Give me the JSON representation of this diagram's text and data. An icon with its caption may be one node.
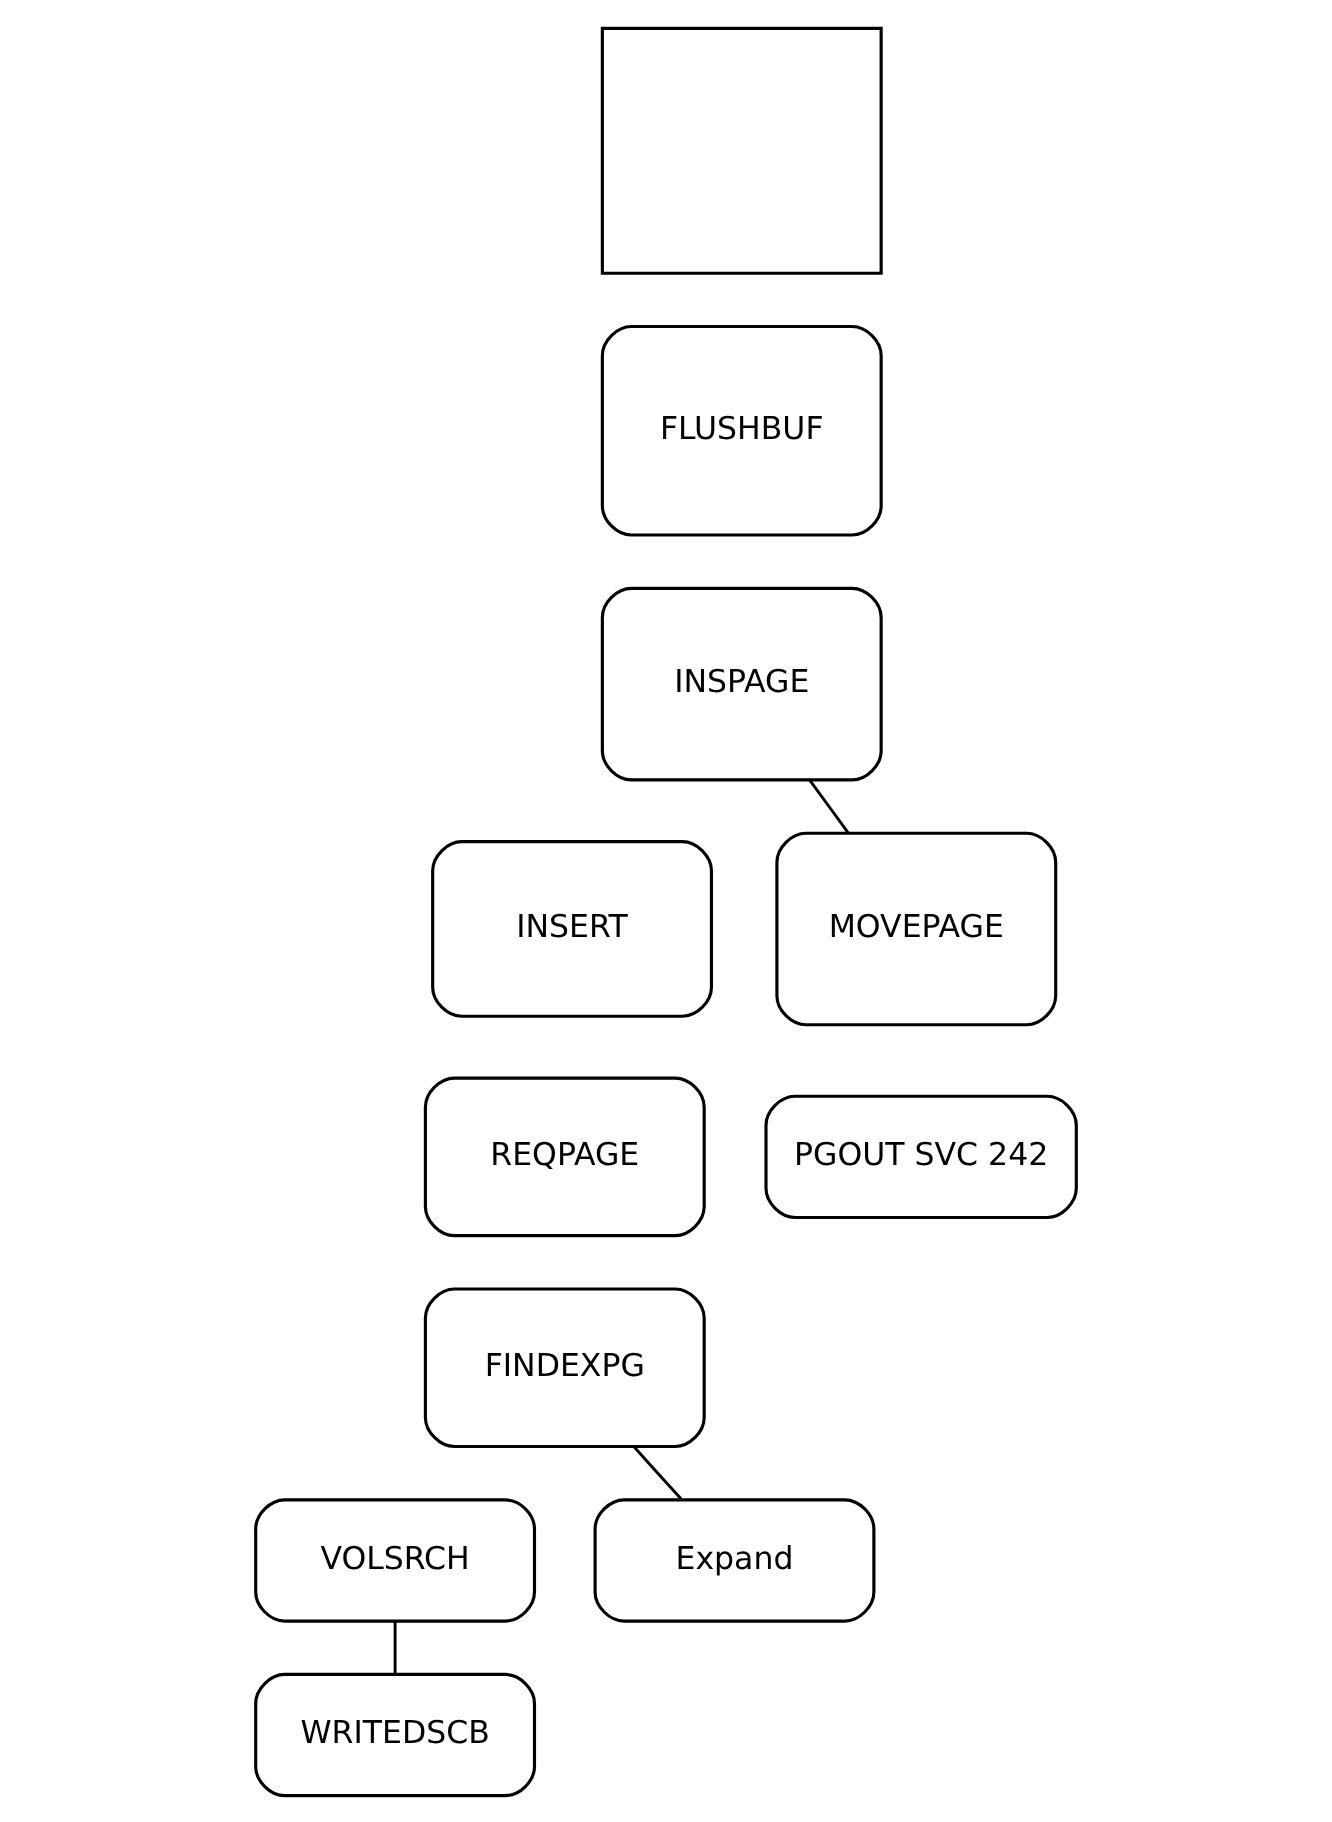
{
  "diagram": {
    "nodes": [
      {
        "text": [],
        "shape": "box"
      },
      {
        "text": [
          "FLUSHBUF"
        ]
      },
      {
        "text": [
          "INSPAGE"
        ]
      },
      {
        "text": [
          "INSERT"
        ]
      },
      {
        "text": [
          "REQPAGE"
        ]
      },
      {
        "text": [
          "FINDEXPG"
        ]
      },
      {
        "text": [
          "VOLSRCH"
        ]
      },
      {
        "text": [
          "WRITEDSCB"
        ]
      },
      {
        "text": [
          "Expand"
        ]
      },
      {
        "text": [
          "MOVEPAGE"
        ]
      },
      {
        "text": [
          "PGOUT SVC 242"
        ]
      }
    ],
    "edges": [
      {
        "from": 6,
        "to": 7,
        "arrow": "none"
      },
      {
        "from": 5,
        "to": 8,
        "arrow": "none"
      },
      {
        "from": 2,
        "to": 9,
        "arrow": "none"
      }
    ]
  }
}
